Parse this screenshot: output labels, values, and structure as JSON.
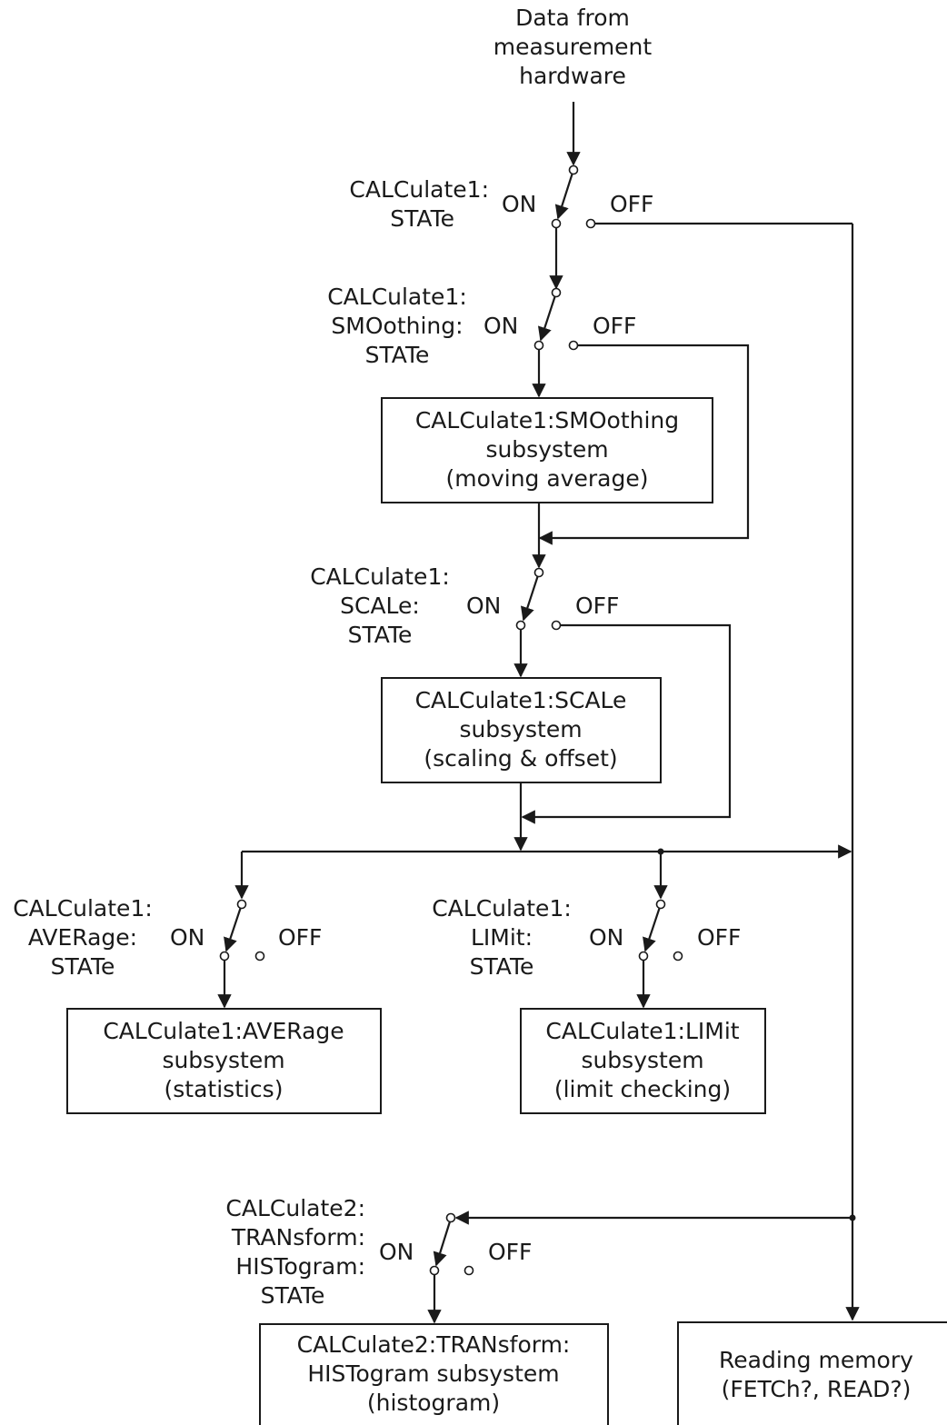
{
  "source": [
    "Data from",
    "measurement",
    "hardware"
  ],
  "switches": {
    "calc1_state": {
      "label": [
        "CALCulate1:",
        "STATe"
      ],
      "on": "ON",
      "off": "OFF"
    },
    "smoothing_state": {
      "label": [
        "CALCulate1:",
        "SMOothing:",
        "STATe"
      ],
      "on": "ON",
      "off": "OFF"
    },
    "scale_state": {
      "label": [
        "CALCulate1:",
        "SCALe:",
        "STATe"
      ],
      "on": "ON",
      "off": "OFF"
    },
    "average_state": {
      "label": [
        "CALCulate1:",
        "AVERage:",
        "STATe"
      ],
      "on": "ON",
      "off": "OFF"
    },
    "limit_state": {
      "label": [
        "CALCulate1:",
        "LIMit:",
        "STATe"
      ],
      "on": "ON",
      "off": "OFF"
    },
    "histogram_state": {
      "label": [
        "CALCulate2:",
        "TRANsform:",
        "HISTogram:",
        "STATe"
      ],
      "on": "ON",
      "off": "OFF"
    }
  },
  "boxes": {
    "smoothing": [
      "CALCulate1:SMOothing",
      "subsystem",
      "(moving average)"
    ],
    "scale": [
      "CALCulate1:SCALe",
      "subsystem",
      "(scaling & offset)"
    ],
    "average": [
      "CALCulate1:AVERage",
      "subsystem",
      "(statistics)"
    ],
    "limit": [
      "CALCulate1:LIMit",
      "subsystem",
      "(limit checking)"
    ],
    "histogram": [
      "CALCulate2:TRANsform:",
      "HISTogram subsystem",
      "(histogram)"
    ],
    "memory": [
      "Reading memory",
      "(FETCh?, READ?)"
    ]
  }
}
